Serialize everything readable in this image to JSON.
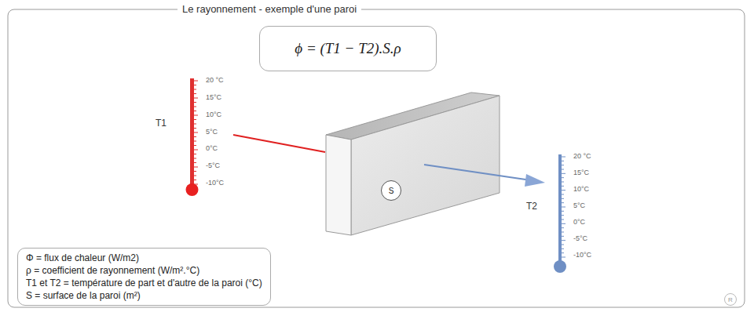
{
  "diagram": {
    "title": "Le rayonnement - exemple d'une paroi",
    "nodes": [
      {
        "text": [
          "ϕ = (T1 − T2).S.ρ"
        ]
      },
      {
        "text": [
          "S"
        ]
      },
      {
        "text": [
          "Φ = flux de chaleur (W/m2)",
          "ρ = coefficient de rayonnement (W/m².°C)",
          "T1 et T2 = température de part et d'autre de la paroi (°C)",
          "S = surface de la paroi (m²)"
        ]
      },
      {
        "text": [
          "R"
        ]
      }
    ],
    "labels": [
      "T1",
      "20 °C",
      "15°C",
      "10°C",
      "5°C",
      "0°C",
      "-5°C",
      "-10°C",
      "T2",
      "20 °C",
      "15°C",
      "10°C",
      "5°C",
      "0°C",
      "-5°C",
      "-10°C"
    ]
  }
}
